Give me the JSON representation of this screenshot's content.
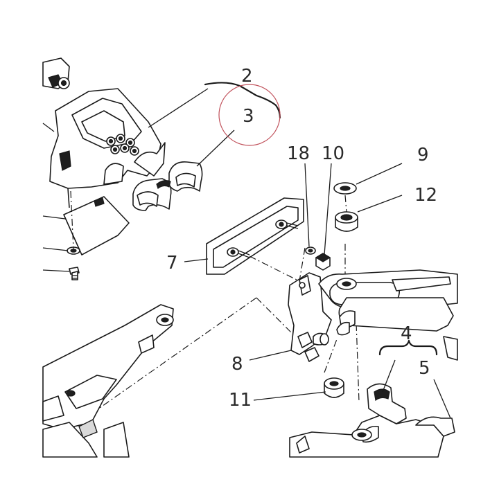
{
  "diagram": {
    "callouts": [
      {
        "id": "2",
        "label": "2"
      },
      {
        "id": "3",
        "label": "3"
      },
      {
        "id": "4",
        "label": "4"
      },
      {
        "id": "5",
        "label": "5"
      },
      {
        "id": "7",
        "label": "7"
      },
      {
        "id": "8",
        "label": "8"
      },
      {
        "id": "9",
        "label": "9"
      },
      {
        "id": "10",
        "label": "10"
      },
      {
        "id": "11",
        "label": "11"
      },
      {
        "id": "12",
        "label": "12"
      },
      {
        "id": "18",
        "label": "18"
      }
    ],
    "highlight_color": "#c0505a",
    "line_color": "#1a1a1a"
  }
}
